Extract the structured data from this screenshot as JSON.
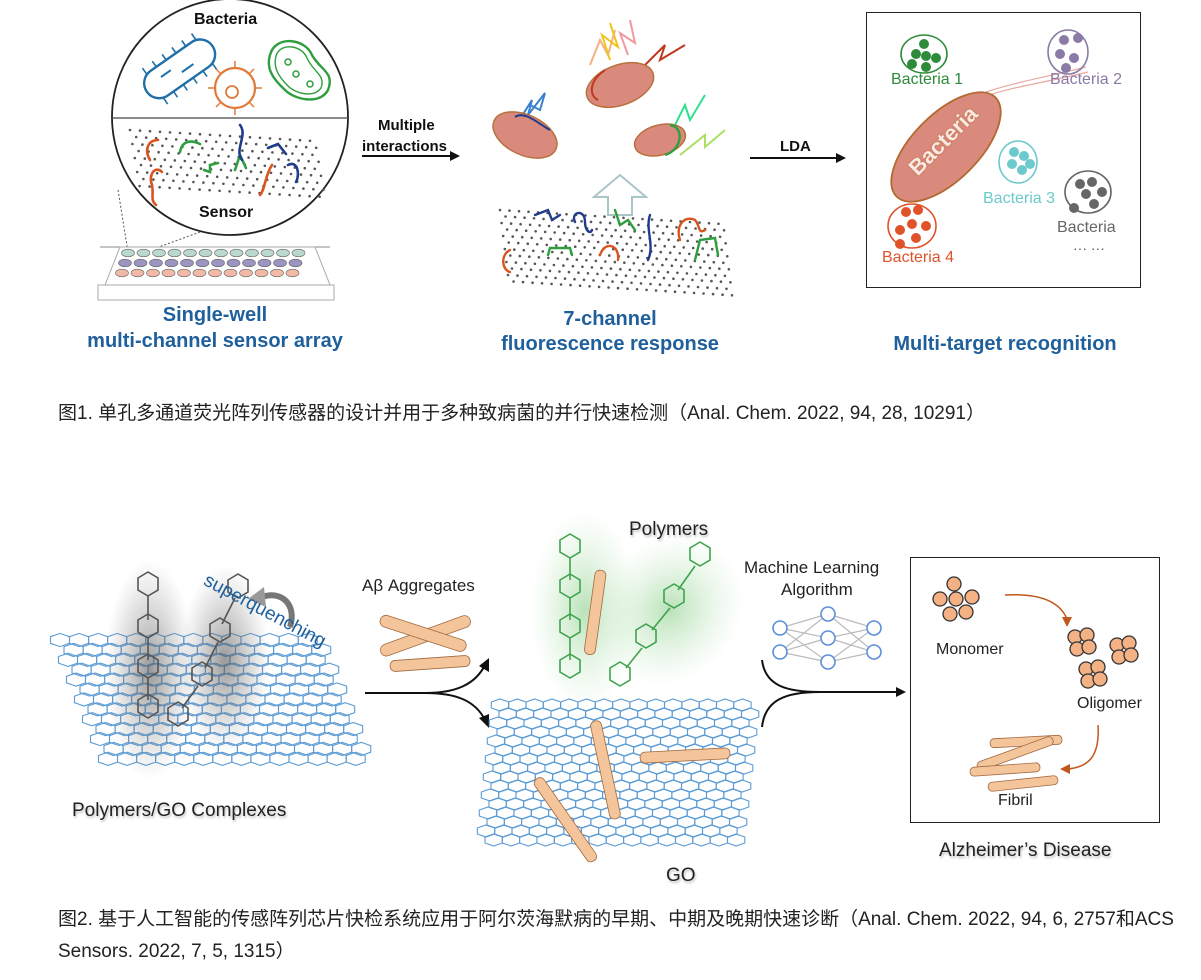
{
  "figure1": {
    "panel_a": {
      "circle_top_label": "Bacteria",
      "circle_bottom_label": "Sensor",
      "caption_line1": "Single-well",
      "caption_line2": "multi-channel sensor array"
    },
    "arrow1_label_line1": "Multiple",
    "arrow1_label_line2": "interactions",
    "panel_b": {
      "caption_line1": "7-channel",
      "caption_line2": "fluorescence response"
    },
    "arrow2_label": "LDA",
    "panel_c": {
      "center_label": "Bacteria",
      "clusters": [
        {
          "label": "Bacteria 1",
          "color": "#2e8b3a"
        },
        {
          "label": "Bacteria 2",
          "color": "#8a7aa6"
        },
        {
          "label": "Bacteria 3",
          "color": "#6cc9cc"
        },
        {
          "label": "Bacteria 4",
          "color": "#e0532a"
        },
        {
          "label": "Bacteria",
          "color": "#666666"
        }
      ],
      "ellipsis": "··· ···",
      "caption": "Multi-target recognition"
    },
    "caption": "图1. 单孔多通道荧光阵列传感器的设计并用于多种致病菌的并行快速检测（Anal. Chem. 2022, 94, 28, 10291）"
  },
  "figure2": {
    "left_label": "Polymers/GO Complexes",
    "superquenching_label": "superquenching",
    "aggregates_label": "Aβ Aggregates",
    "polymers_label": "Polymers",
    "go_label": "GO",
    "ml_label_line1": "Machine Learning",
    "ml_label_line2": "Algorithm",
    "box": {
      "monomer": "Monomer",
      "oligomer": "Oligomer",
      "fibril": "Fibril"
    },
    "disease_label": "Alzheimer’s Disease",
    "caption": "图2. 基于人工智能的传感阵列芯片快检系统应用于阿尔茨海默病的早期、中期及晚期快速诊断（Anal. Chem. 2022, 94, 6, 2757和ACS Sensors. 2022, 7, 5, 1315）"
  },
  "colors": {
    "label_blue": "#1f5f9c",
    "bacteria_body": "#d98a7c",
    "graphene_blue": "#5b9bd5",
    "polymer_green": "#3fa34d",
    "amyloid_orange": "#f4b183"
  }
}
